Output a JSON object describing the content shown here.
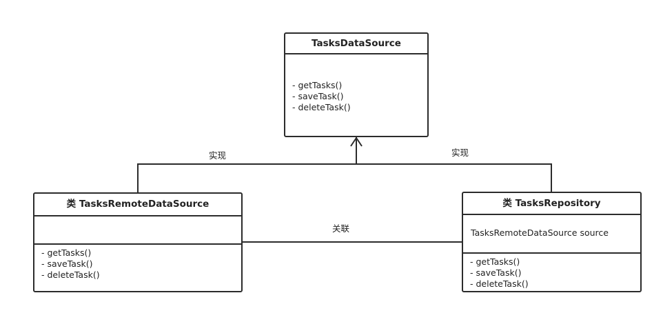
{
  "interface_box": {
    "title": "TasksDataSource",
    "operations": [
      "- getTasks()",
      "- saveTask()",
      "- deleteTask()"
    ]
  },
  "remote_box": {
    "title": "类  TasksRemoteDataSource",
    "operations": [
      "- getTasks()",
      "- saveTask()",
      "- deleteTask()"
    ]
  },
  "repository_box": {
    "title": "类  TasksRepository",
    "attribute": "TasksRemoteDataSource source",
    "operations": [
      "- getTasks()",
      "- saveTask()",
      "- deleteTask()"
    ]
  },
  "labels": {
    "realize_left": "实现",
    "realize_right": "实现",
    "association": "关联"
  }
}
